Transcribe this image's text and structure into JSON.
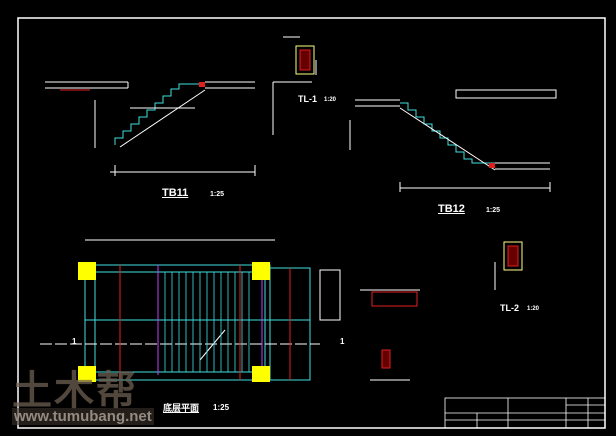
{
  "drawing": {
    "tb11": {
      "title": "TB11",
      "scale": "1:25"
    },
    "tb12": {
      "title": "TB12",
      "scale": "1:25"
    },
    "tl1": {
      "title": "TL-1",
      "scale": "1:20"
    },
    "tl2": {
      "title": "TL-2",
      "scale": "1:20"
    },
    "plan": {
      "title": "底层平面",
      "scale": "1:25"
    },
    "axis_marks": [
      "1",
      "1"
    ]
  },
  "watermark": {
    "logo": "土木帮",
    "url": "www.tumubang.net"
  },
  "colors": {
    "background": "#000000",
    "line": "#ffffff",
    "cyan": "#40e0e0",
    "red": "#e02020",
    "yellow": "#ffff00",
    "magenta": "#c040ff"
  }
}
